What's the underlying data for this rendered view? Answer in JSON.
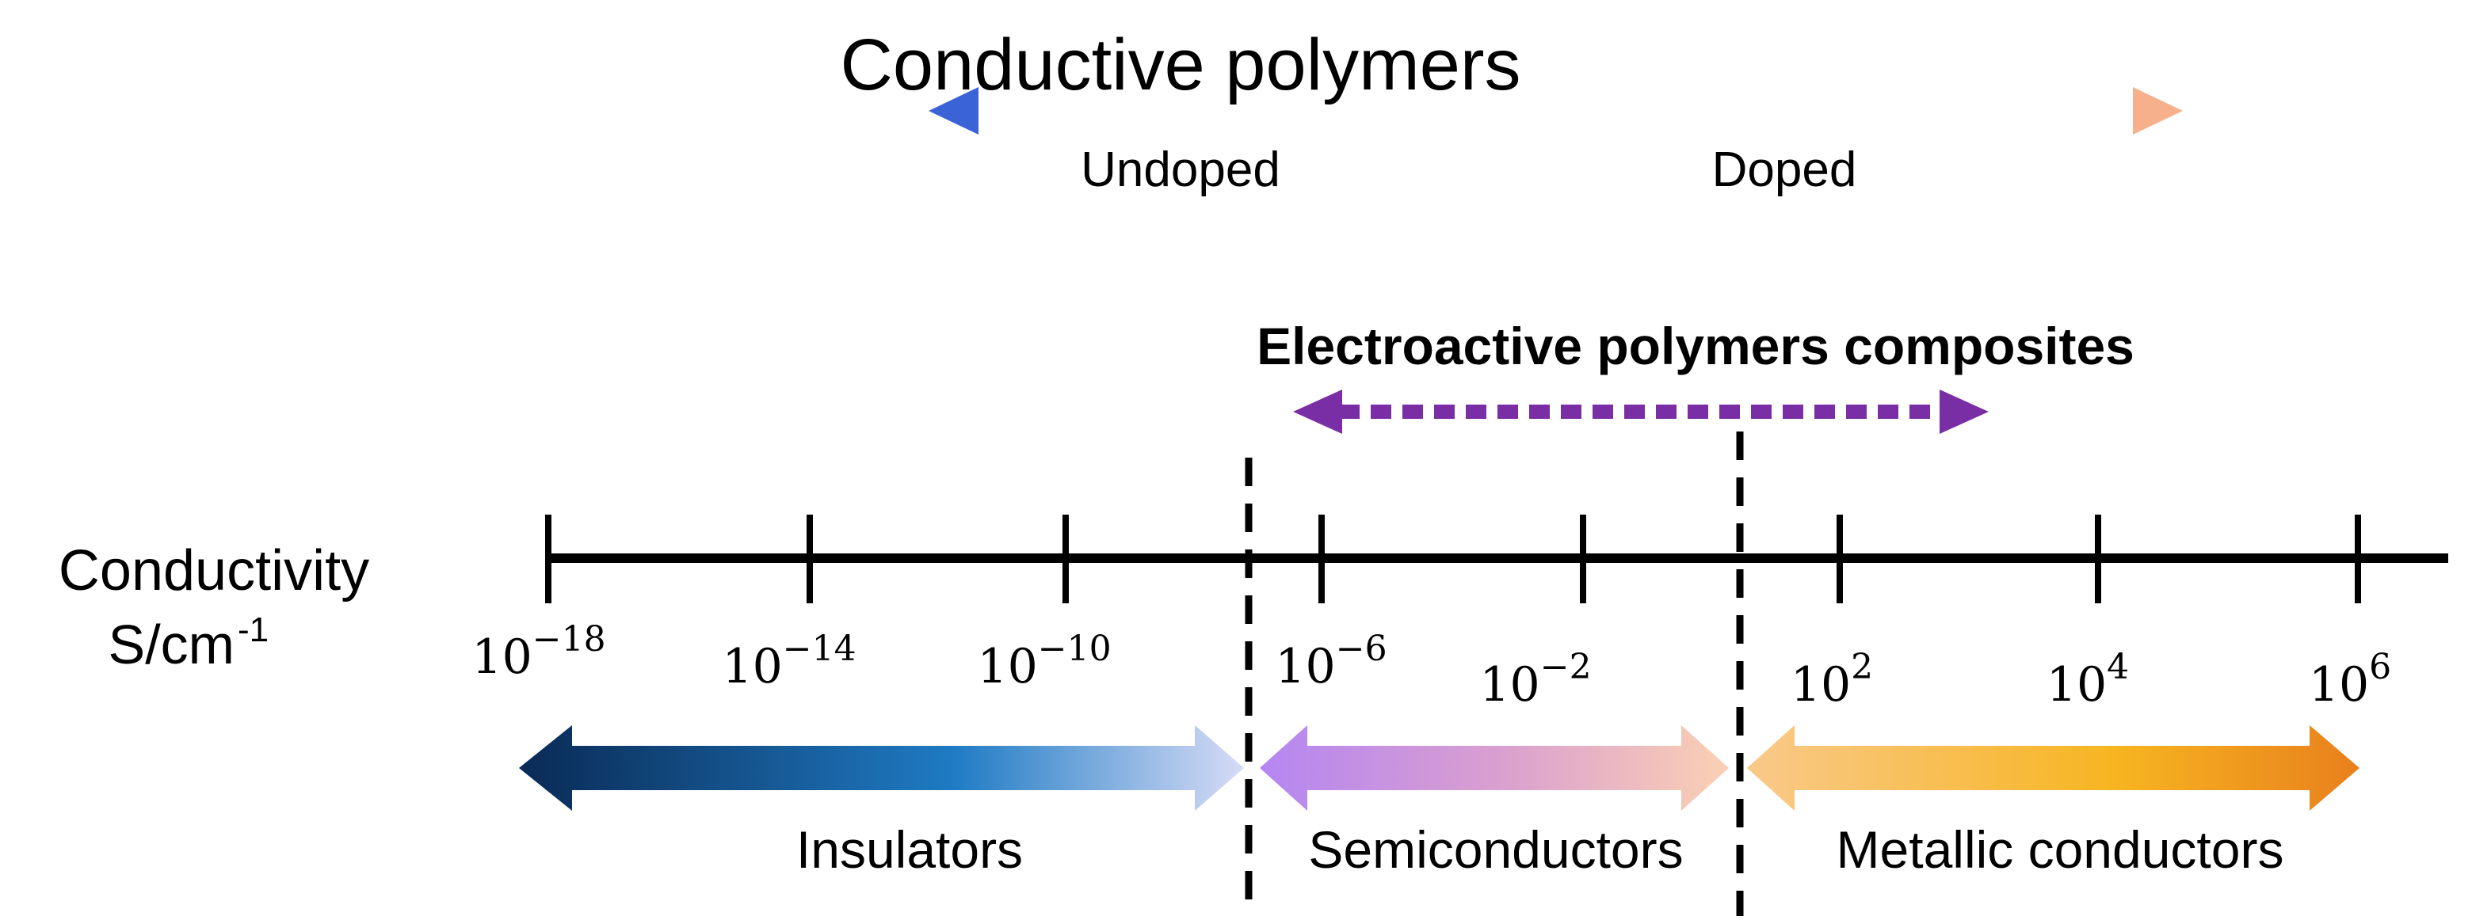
{
  "conductive_polymers": {
    "title": "Conductive polymers",
    "left_label": "Undoped",
    "right_label": "Doped"
  },
  "composites": {
    "title": "Electroactive polymers composites"
  },
  "axis": {
    "label_line1": "Conductivity",
    "label_line2": "S/cm",
    "label_sup": "-1",
    "ticks": [
      {
        "base": "10",
        "exp": "−18"
      },
      {
        "base": "10",
        "exp": "−14"
      },
      {
        "base": "10",
        "exp": "−10"
      },
      {
        "base": "10",
        "exp": "−6"
      },
      {
        "base": "10",
        "exp": "−2"
      },
      {
        "base": "10",
        "exp": "2"
      },
      {
        "base": "10",
        "exp": "4"
      },
      {
        "base": "10",
        "exp": "6"
      }
    ]
  },
  "regions": {
    "insulators": "Insulators",
    "semiconductors": "Semiconductors",
    "metallic": "Metallic conductors"
  },
  "colors": {
    "axis": "#000000",
    "undoped_blue": "#3a63d8",
    "doped_peach": "#f6b08c",
    "composite_purple": "#7a2ea6",
    "insulator_dark": "#0a2a55",
    "insulator_light": "#c9d4f5",
    "semi_purple": "#b486f2",
    "semi_peach": "#f8c2a0",
    "metal_light": "#f8c17a",
    "metal_dark": "#ec8a1a"
  }
}
